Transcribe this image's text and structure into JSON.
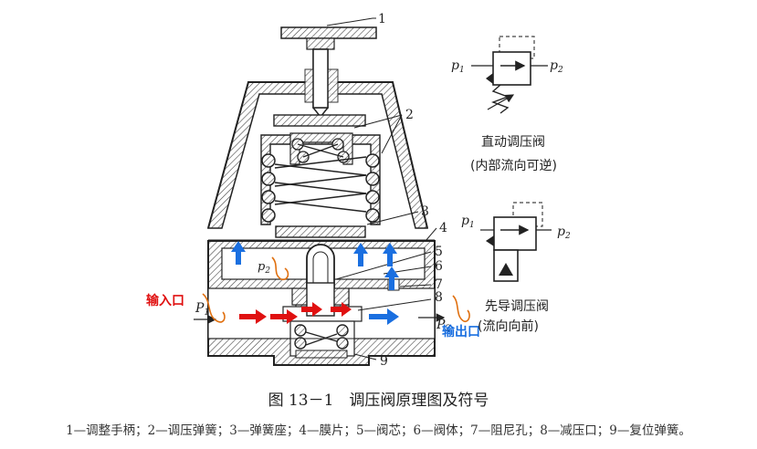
{
  "diagram": {
    "part_numbers": [
      "1",
      "2",
      "3",
      "4",
      "5",
      "6",
      "7",
      "8",
      "9"
    ],
    "pressure_labels": {
      "p1_main": "P",
      "p1_sub": "1",
      "p2_main": "P",
      "p2_sub": "2",
      "p2_inner": "p",
      "p2_inner_sub": "2"
    },
    "annotations": {
      "input_port": "输入口",
      "output_port": "输出口"
    },
    "symbol_direct": {
      "p1": "p",
      "p1_sub": "1",
      "p2": "p",
      "p2_sub": "2",
      "title": "直动调压阀",
      "note": "(内部流向可逆)"
    },
    "symbol_pilot": {
      "p1": "p",
      "p1_sub": "1",
      "p2": "p",
      "p2_sub": "2",
      "title": "先导调压阀",
      "note": "(流向向前)"
    },
    "colors": {
      "red_arrow": "#e01010",
      "blue_arrow": "#1a6fe0",
      "orange_scribble": "#e07010",
      "input_text": "#e01010",
      "output_text": "#1a6fe0",
      "hatch": "#333333"
    }
  },
  "caption": {
    "title": "图 13－1　调压阀原理图及符号",
    "legend": "1—调整手柄；2—调压弹簧；3—弹簧座；4—膜片；5—阀芯；6—阀体；7—阻尼孔；8—减压口；9—复位弹簧。"
  }
}
